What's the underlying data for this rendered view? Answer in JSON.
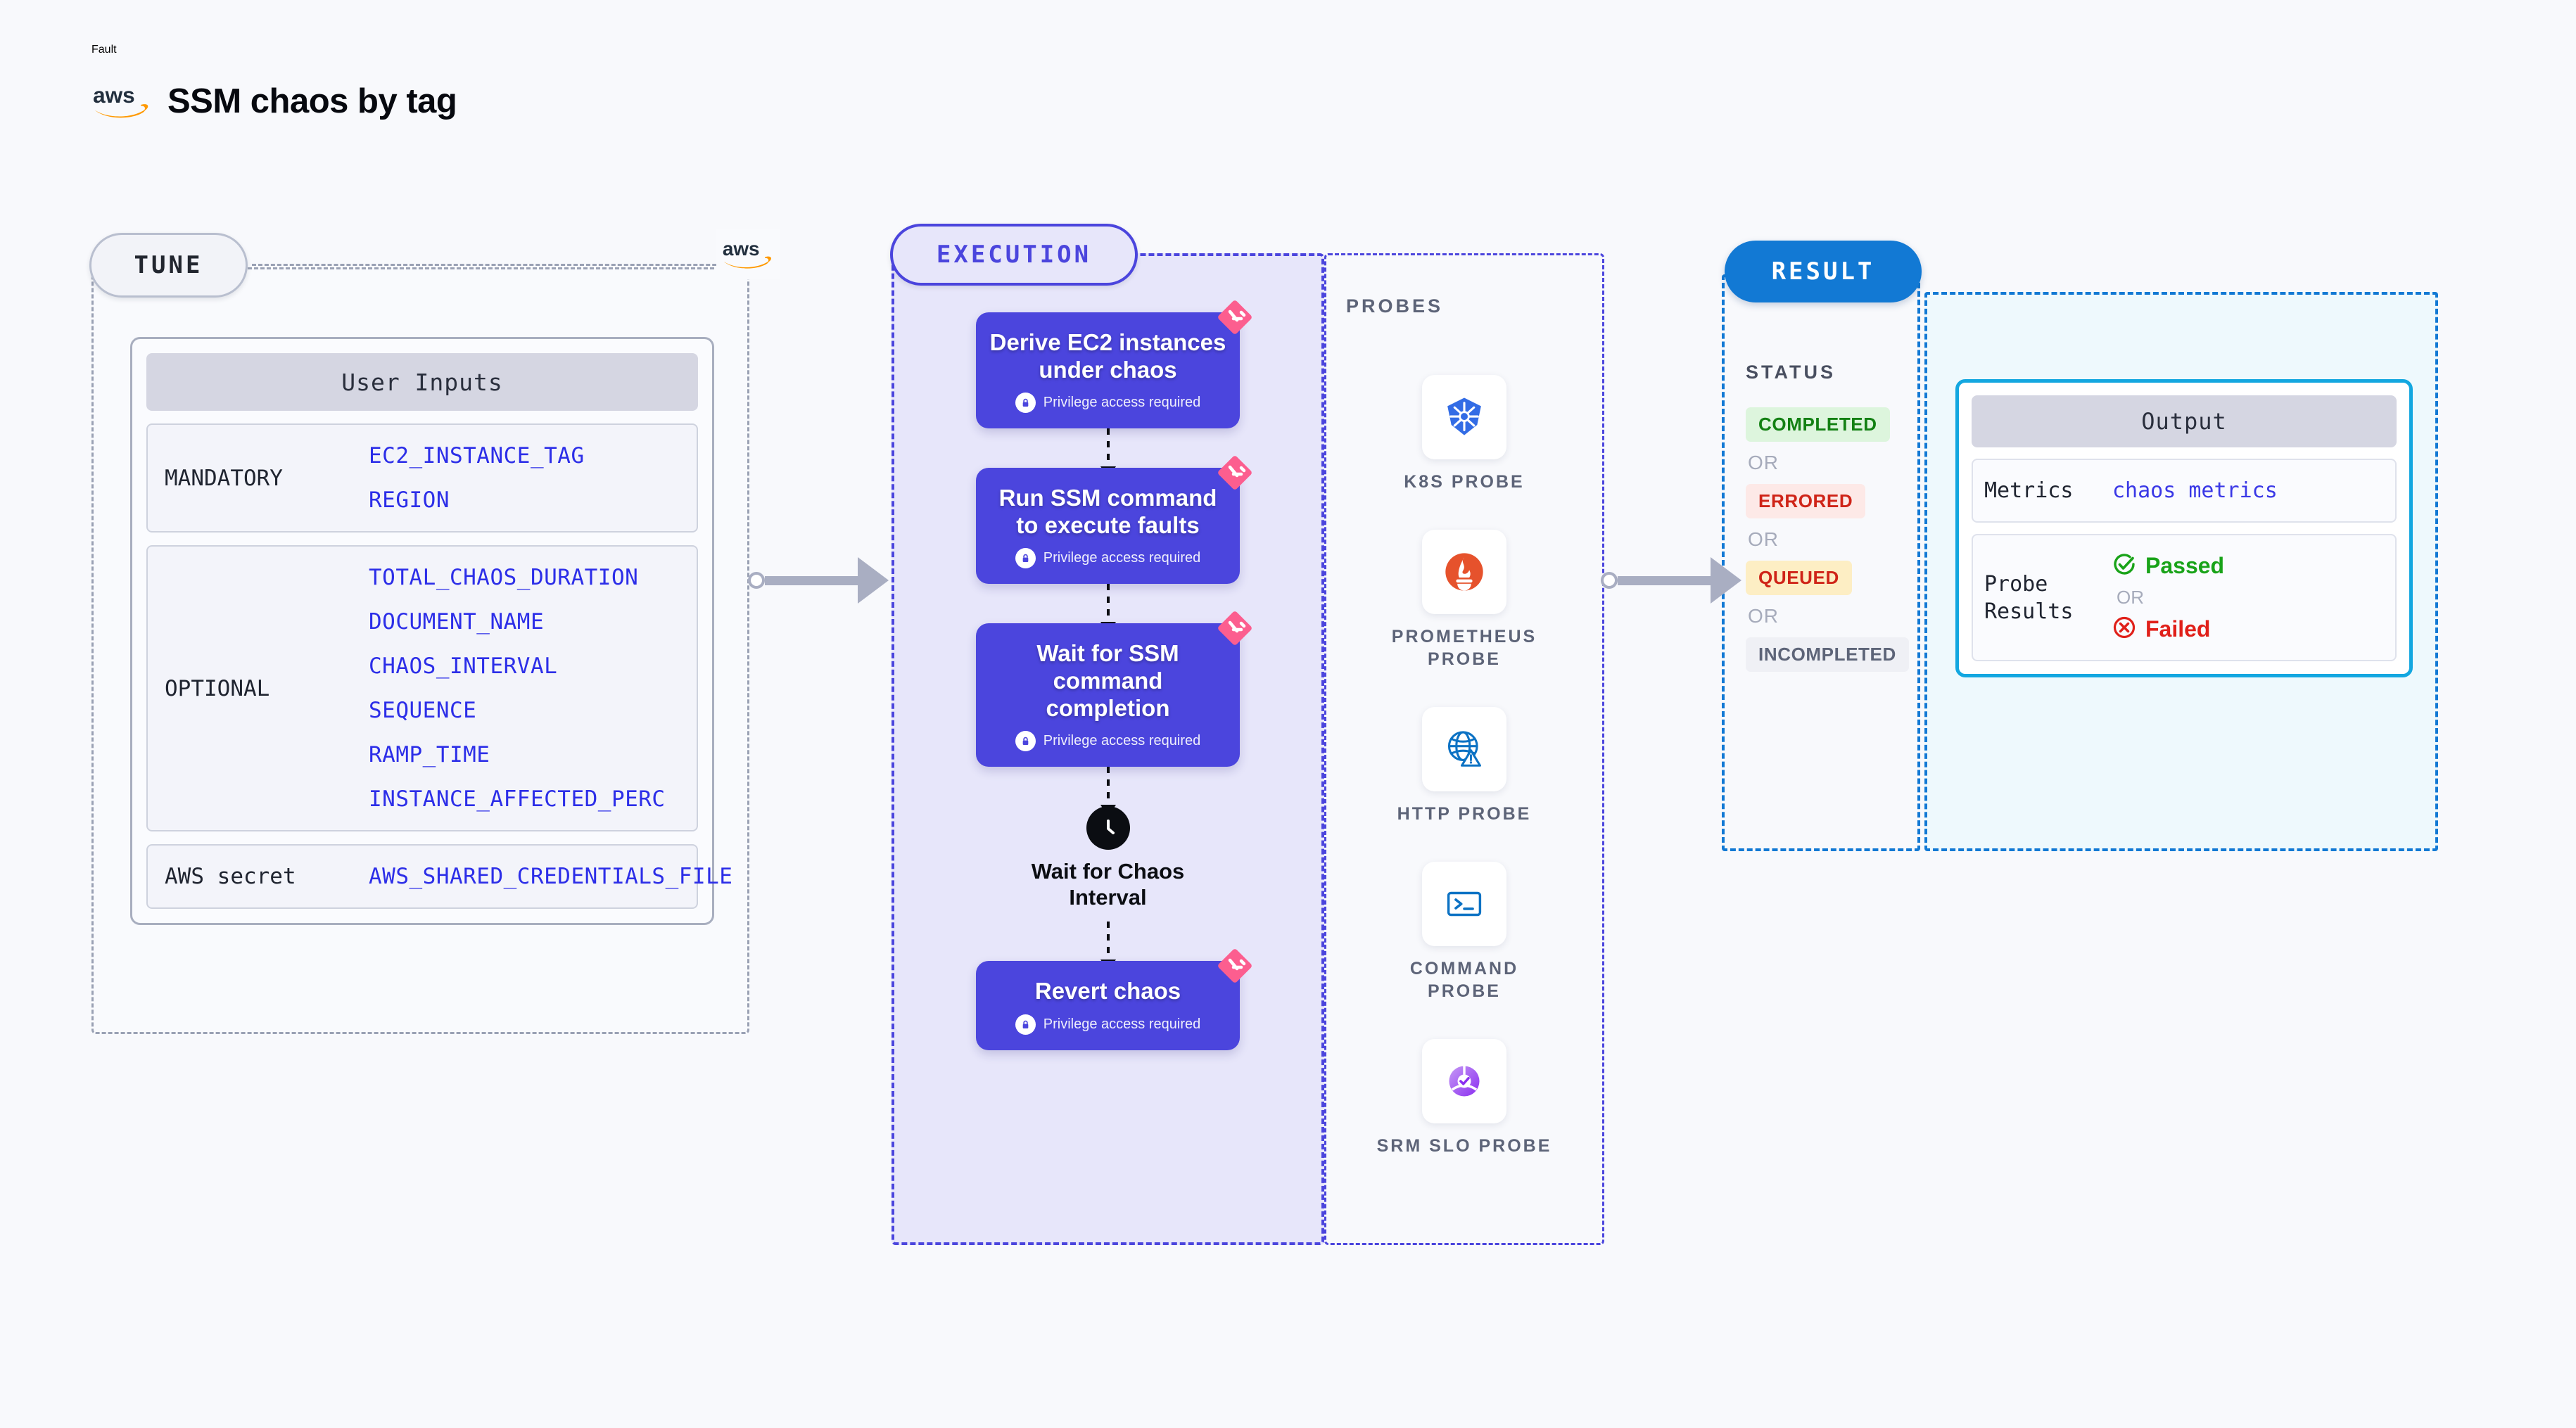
{
  "header": {
    "kicker": "Fault",
    "title": "SSM chaos by tag",
    "logo_icon": "aws-logo"
  },
  "colors": {
    "node_blue": "#4b45dd",
    "result_blue": "#1279d4",
    "output_cyan": "#13a7e0",
    "chaos_pink": "#fc5e8f",
    "param_blue": "#2c2ee8",
    "aws_orange": "#ff9900"
  },
  "tune": {
    "badge": "TUNE",
    "card_title": "User Inputs",
    "groups": [
      {
        "label": "MANDATORY",
        "values": [
          "EC2_INSTANCE_TAG",
          "REGION"
        ]
      },
      {
        "label": "OPTIONAL",
        "values": [
          "TOTAL_CHAOS_DURATION",
          "DOCUMENT_NAME",
          "CHAOS_INTERVAL",
          "SEQUENCE",
          "RAMP_TIME",
          "INSTANCE_AFFECTED_PERC"
        ]
      },
      {
        "label": "AWS secret",
        "values": [
          "AWS_SHARED_CREDENTIALS_FILE"
        ]
      }
    ]
  },
  "execution": {
    "badge": "EXECUTION",
    "privilege_note": "Privilege access required",
    "nodes": [
      {
        "title": "Derive EC2 instances under chaos",
        "privileged": true,
        "type": "task"
      },
      {
        "title": "Run SSM command to execute faults",
        "privileged": true,
        "type": "task"
      },
      {
        "title": "Wait for SSM command completion",
        "privileged": true,
        "type": "task"
      },
      {
        "title": "Wait for Chaos Interval",
        "privileged": false,
        "type": "wait"
      },
      {
        "title": "Revert chaos",
        "privileged": true,
        "type": "task"
      }
    ]
  },
  "probes": {
    "title": "PROBES",
    "items": [
      {
        "label": "K8S PROBE",
        "icon": "kubernetes-icon"
      },
      {
        "label": "PROMETHEUS PROBE",
        "icon": "prometheus-icon"
      },
      {
        "label": "HTTP PROBE",
        "icon": "http-globe-icon"
      },
      {
        "label": "COMMAND PROBE",
        "icon": "terminal-icon"
      },
      {
        "label": "SRM SLO PROBE",
        "icon": "srm-slo-icon"
      }
    ]
  },
  "result": {
    "badge": "RESULT",
    "status_heading": "STATUS",
    "or_label": "OR",
    "statuses": [
      {
        "label": "COMPLETED",
        "bg": "#ddf5dd",
        "fg": "#138013"
      },
      {
        "label": "ERRORED",
        "bg": "#fde9e7",
        "fg": "#cf2418"
      },
      {
        "label": "QUEUED",
        "bg": "#fdeec4",
        "fg": "#cf2418"
      },
      {
        "label": "INCOMPLETED",
        "bg": "#eff0f5",
        "fg": "#5d6478"
      }
    ]
  },
  "output": {
    "title": "Output",
    "rows": [
      {
        "label": "Metrics",
        "value": "chaos metrics"
      },
      {
        "label": "Probe Results"
      }
    ],
    "probe_results": {
      "passed": "Passed",
      "failed": "Failed",
      "or_label": "OR",
      "passed_color": "#19a319",
      "failed_color": "#e0201a"
    }
  }
}
